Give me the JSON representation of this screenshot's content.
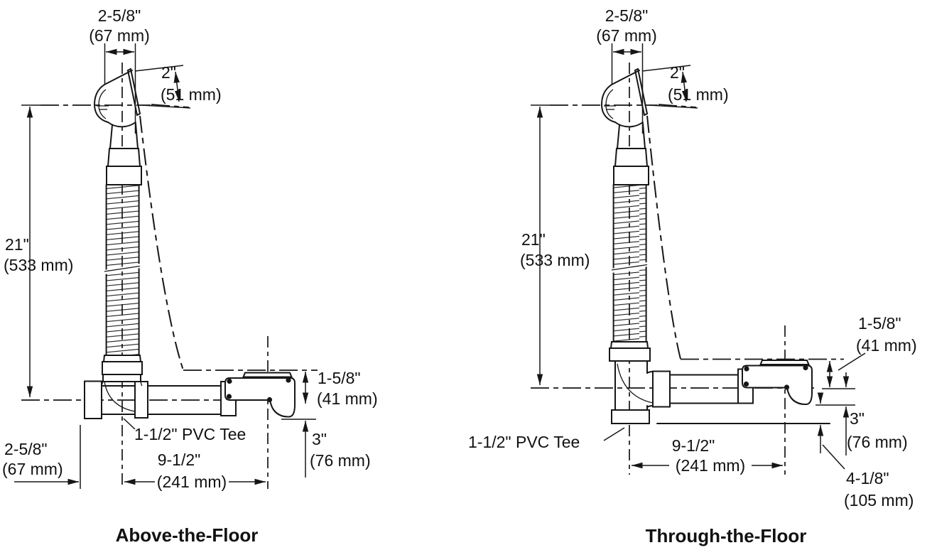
{
  "title": "Bath drain rough-in diagram",
  "line_color": "#161616",
  "background_color": "#ffffff",
  "above": {
    "caption": "Above-the-Floor",
    "tee_label": "1-1/2\" PVC Tee",
    "dims": {
      "overflow_width": {
        "in": "2-5/8\"",
        "mm": "(67 mm)"
      },
      "overflow_outlet": {
        "in": "2\"",
        "mm": "(51 mm)"
      },
      "overall_height": {
        "in": "21\"",
        "mm": "(533 mm)"
      },
      "drain_lip": {
        "in": "1-5/8\"",
        "mm": "(41 mm)"
      },
      "outlet_drop": {
        "in": "3\"",
        "mm": "(76 mm)"
      },
      "tee_offset": {
        "in": "2-5/8\"",
        "mm": "(67 mm)"
      },
      "horizontal_run": {
        "in": "9-1/2\"",
        "mm": "(241 mm)"
      }
    }
  },
  "through": {
    "caption": "Through-the-Floor",
    "tee_label": "1-1/2\" PVC Tee",
    "dims": {
      "overflow_width": {
        "in": "2-5/8\"",
        "mm": "(67 mm)"
      },
      "overflow_outlet": {
        "in": "2\"",
        "mm": "(51 mm)"
      },
      "overall_height": {
        "in": "21\"",
        "mm": "(533 mm)"
      },
      "drain_lip": {
        "in": "1-5/8\"",
        "mm": "(41 mm)"
      },
      "outlet_drop": {
        "in": "3\"",
        "mm": "(76 mm)"
      },
      "floor_offset": {
        "in": "4-1/8\"",
        "mm": "(105 mm)"
      },
      "horizontal_run": {
        "in": "9-1/2\"",
        "mm": "(241 mm)"
      }
    }
  }
}
